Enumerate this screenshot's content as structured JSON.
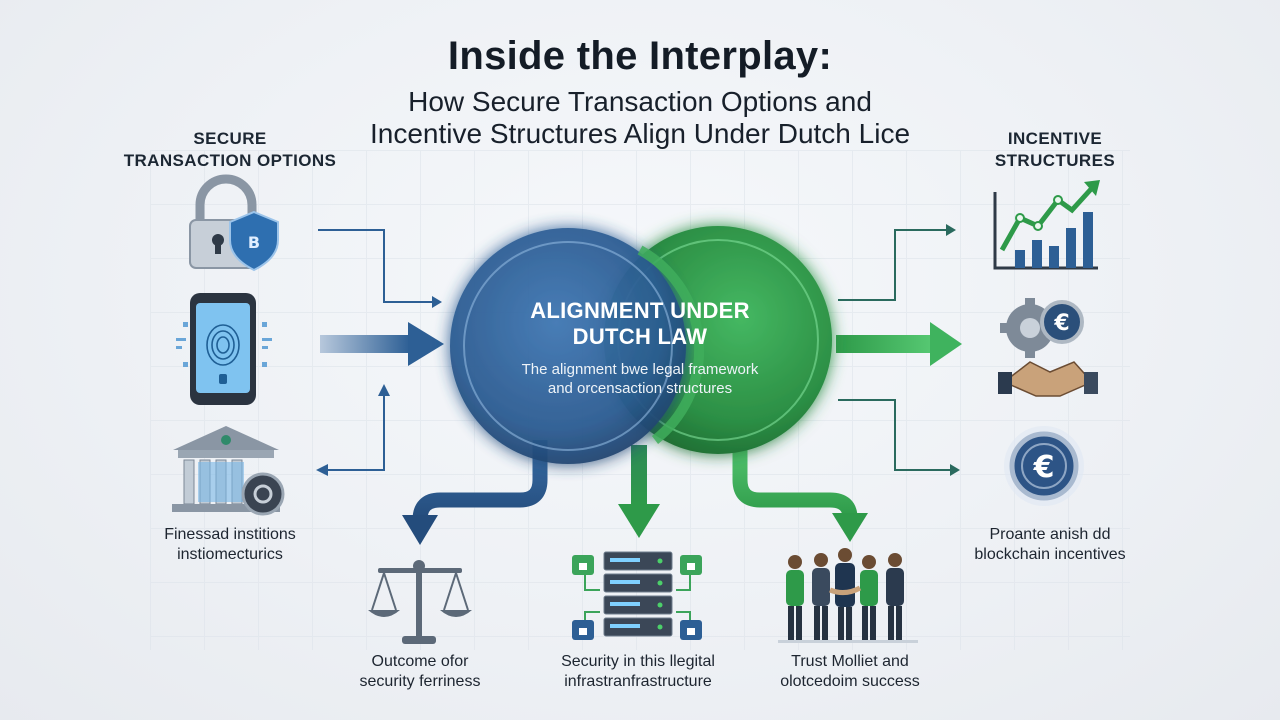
{
  "title": "Inside the Interplay:",
  "subtitle": {
    "line1": "How Secure Transaction Options and",
    "line2": "Incentive Structures Align Under Dutch Lice"
  },
  "left_heading": {
    "line1": "SECURE",
    "line2": "TRANSACTION OPTIONS"
  },
  "right_heading": {
    "line1": "INCENTIVE",
    "line2": "STRUCTURES"
  },
  "center": {
    "title_line1": "ALIGNMENT UNDER",
    "title_line2": "DUTCH LAW",
    "desc_line1": "The alignment bwe legal framework",
    "desc_line2": "and orcensaction structures"
  },
  "left_caption": {
    "line1": "Finessad institions",
    "line2": "instiomecturics"
  },
  "right_caption": {
    "line1": "Proante anish dd",
    "line2": "blockchain incentives"
  },
  "bottom_captions": [
    {
      "line1": "Outcome ofor",
      "line2": "security ferriness"
    },
    {
      "line1": "Security in this llegital",
      "line2": "infrastranfrastructure"
    },
    {
      "line1": "Trust Molliet and",
      "line2": "olotcedoim success"
    }
  ],
  "icons": {
    "padlock_shield": "padlock-shield-icon",
    "phone_fingerprint": "smartphone-fingerprint-icon",
    "bank_vault": "bank-vault-icon",
    "growth_chart": "growth-chart-icon",
    "gear_handshake": "gear-euro-handshake-icon",
    "euro_coin": "euro-coin-icon",
    "scales": "scales-of-justice-icon",
    "server": "server-lock-icon",
    "team": "team-handshake-icon"
  },
  "colors": {
    "blue": "#2d5f95",
    "blue_dark": "#1f4470",
    "green": "#2e9a49",
    "green_light": "#4cc46a",
    "text": "#141c26"
  }
}
